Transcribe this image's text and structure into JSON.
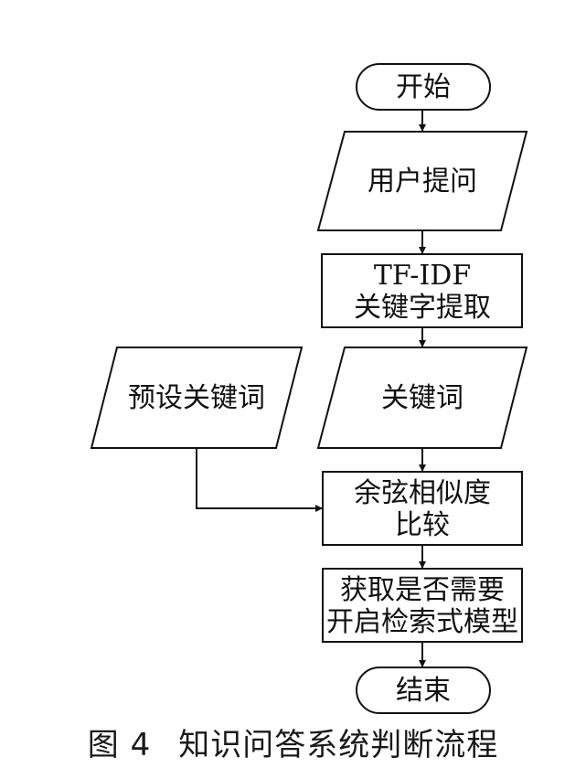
{
  "nodes": {
    "start": "开始",
    "user_question": "用户提问",
    "tfidf_line1": "TF-IDF",
    "tfidf_line2": "关键字提取",
    "keywords": "关键词",
    "preset_keywords": "预设关键词",
    "cosine_line1": "余弦相似度",
    "cosine_line2": "比较",
    "decide_line1": "获取是否需要",
    "decide_line2": "开启检索式模型",
    "end": "结束"
  },
  "caption": {
    "figure_number": "图 4",
    "title": "知识问答系统判断流程"
  }
}
